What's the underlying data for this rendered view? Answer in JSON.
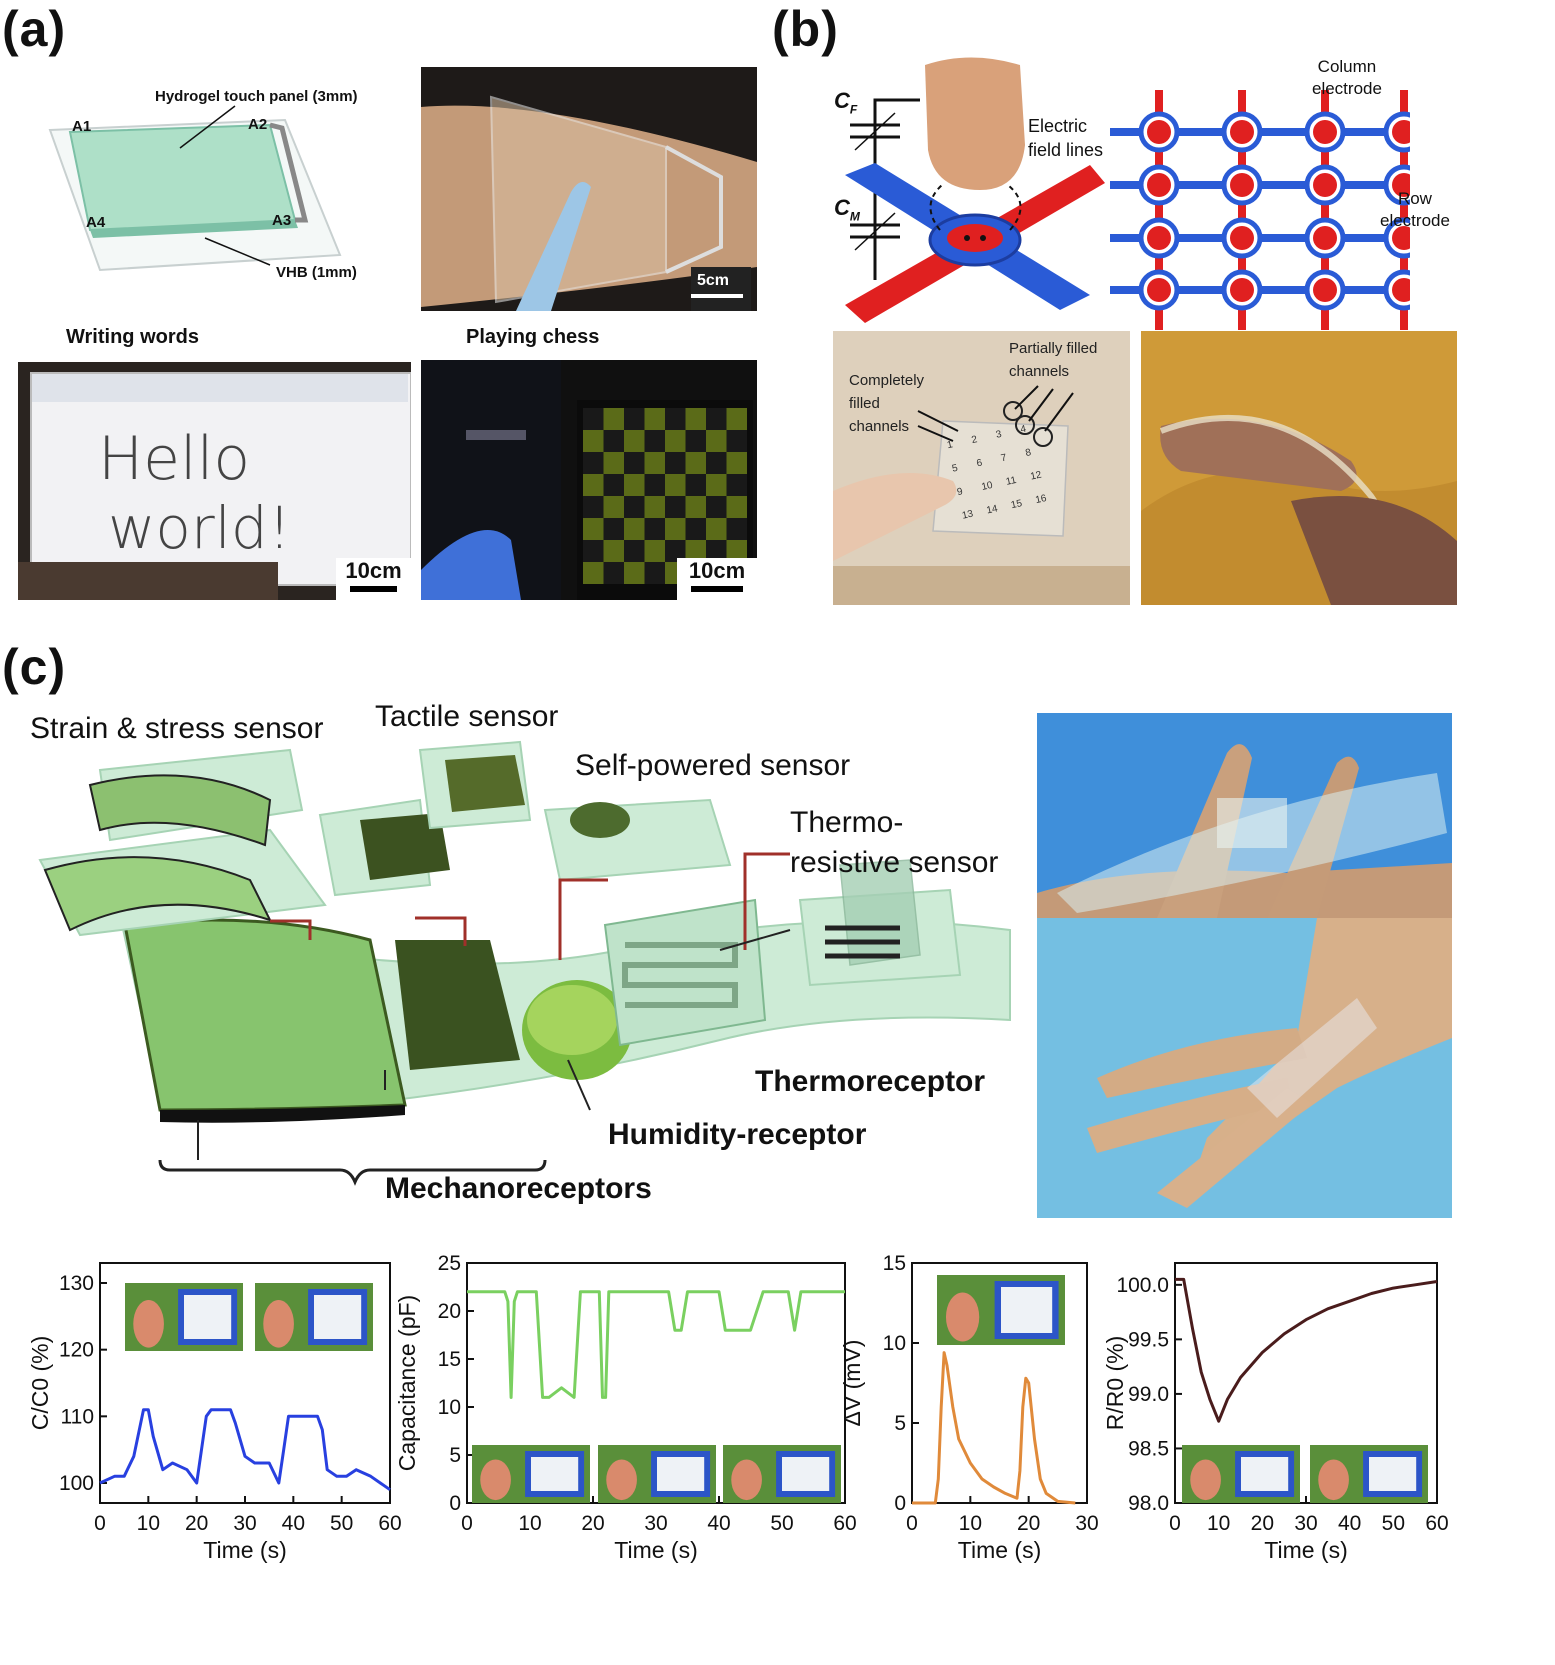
{
  "panels": {
    "a": "(a)",
    "b": "(b)",
    "c": "(c)"
  },
  "panel_a": {
    "schematic": {
      "hydrogel_label": "Hydrogel touch panel (3mm)",
      "vhb_label": "VHB (1mm)",
      "corners": [
        "A1",
        "A2",
        "A3",
        "A4"
      ]
    },
    "arm_scale": "5cm",
    "writing_title": "Writing words",
    "writing_text": [
      "Hello",
      "world!"
    ],
    "writing_scale": "10cm",
    "chess_title": "Playing chess",
    "chess_scale": "10cm"
  },
  "panel_b": {
    "cf": "C",
    "cf_sub": "F",
    "cm": "C",
    "cm_sub": "M",
    "field_label": [
      "Electric",
      "field lines"
    ],
    "column_label": [
      "Column",
      "electrode"
    ],
    "row_label": [
      "Row",
      "electrode"
    ],
    "completely_label": [
      "Completely",
      "filled",
      "channels"
    ],
    "partially_label": [
      "Partially filled",
      "channels"
    ],
    "keypad_numbers": [
      "1",
      "2",
      "3",
      "4",
      "5",
      "6",
      "7",
      "8",
      "9",
      "10",
      "11",
      "12",
      "13",
      "14",
      "15",
      "16"
    ]
  },
  "panel_c": {
    "strain_sensor": "Strain & stress sensor",
    "tactile_sensor": "Tactile sensor",
    "self_powered_sensor": "Self-powered sensor",
    "thermo_sensor": [
      "Thermo-",
      "resistive sensor"
    ],
    "thermoreceptor": "Thermoreceptor",
    "humidity_receptor": "Humidity-receptor",
    "mechanoreceptors": "Mechanoreceptors"
  },
  "colors": {
    "green_film": "#b9e3c6",
    "electrode_red": "#e02020",
    "electrode_blue": "#2a5bd6",
    "line_blue": "#2840e0",
    "line_green": "#7ad060",
    "line_orange": "#e08a3a",
    "line_brown": "#4a1c1c"
  },
  "chart_data": [
    {
      "type": "line",
      "xlabel": "Time (s)",
      "ylabel": "C/C0 (%)",
      "xlim": [
        0,
        60
      ],
      "ylim": [
        97,
        133
      ],
      "xticks": [
        0,
        10,
        20,
        30,
        40,
        50,
        60
      ],
      "yticks": [
        100,
        110,
        120,
        130
      ],
      "x": [
        0,
        3,
        5,
        7,
        9,
        10,
        11,
        13,
        15,
        18,
        20,
        21,
        22,
        23,
        25,
        27,
        28,
        30,
        32,
        35,
        37,
        38,
        39,
        41,
        43,
        45,
        46,
        47,
        49,
        51,
        53,
        56,
        58,
        60
      ],
      "y": [
        100,
        101,
        101,
        104,
        111,
        111,
        107,
        102,
        103,
        102,
        100,
        105,
        110,
        111,
        111,
        111,
        109,
        104,
        103,
        103,
        100,
        105,
        110,
        110,
        110,
        110,
        108,
        102,
        101,
        101,
        102,
        101,
        100,
        99
      ]
    },
    {
      "type": "line",
      "xlabel": "Time (s)",
      "ylabel": "Capacitance (pF)",
      "xlim": [
        0,
        60
      ],
      "ylim": [
        0,
        25
      ],
      "xticks": [
        0,
        10,
        20,
        30,
        40,
        50,
        60
      ],
      "yticks": [
        0,
        5,
        10,
        15,
        20,
        25
      ],
      "x": [
        0,
        6,
        6.5,
        7,
        7.5,
        8,
        11,
        12,
        13,
        15,
        17,
        18,
        19,
        21,
        21.5,
        22,
        22.5,
        23,
        32,
        33,
        34,
        35,
        36,
        40,
        41,
        42,
        45,
        47,
        48,
        51,
        52,
        53,
        54,
        60
      ],
      "y": [
        22,
        22,
        21,
        11,
        21,
        22,
        22,
        11,
        11,
        12,
        11,
        22,
        22,
        22,
        11,
        11,
        22,
        22,
        22,
        18,
        18,
        22,
        22,
        22,
        18,
        18,
        18,
        22,
        22,
        22,
        18,
        22,
        22,
        22
      ]
    },
    {
      "type": "line",
      "xlabel": "Time (s)",
      "ylabel": "ΔV (mV)",
      "xlim": [
        0,
        30
      ],
      "ylim": [
        0,
        15
      ],
      "xticks": [
        0,
        10,
        20,
        30
      ],
      "yticks": [
        0,
        5,
        10,
        15
      ],
      "x": [
        0,
        4,
        4.5,
        5,
        5.5,
        6,
        7,
        8,
        10,
        12,
        14,
        16,
        18,
        18.5,
        19,
        19.5,
        20,
        21,
        22,
        23,
        25,
        28
      ],
      "y": [
        0,
        0,
        1.5,
        6,
        9.4,
        8.6,
        6,
        4,
        2.5,
        1.5,
        1,
        0.6,
        0.3,
        2,
        6,
        7.8,
        7.5,
        4,
        1.5,
        0.6,
        0.1,
        0
      ]
    },
    {
      "type": "line",
      "xlabel": "Time (s)",
      "ylabel": "R/R0 (%)",
      "xlim": [
        0,
        60
      ],
      "ylim": [
        98,
        100.2
      ],
      "xticks": [
        0,
        10,
        20,
        30,
        40,
        50,
        60
      ],
      "yticks": [
        98.0,
        98.5,
        99.0,
        99.5,
        100.0
      ],
      "ytick_labels": [
        "98.0",
        "98.5",
        "99.0",
        "99.5",
        "100.0"
      ],
      "x": [
        0,
        2,
        4,
        6,
        8,
        10,
        12,
        15,
        20,
        25,
        30,
        35,
        40,
        45,
        50,
        55,
        60
      ],
      "y": [
        100.05,
        100.05,
        99.6,
        99.2,
        98.95,
        98.75,
        98.95,
        99.15,
        99.38,
        99.55,
        99.68,
        99.78,
        99.85,
        99.92,
        99.97,
        100.0,
        100.03
      ]
    }
  ]
}
